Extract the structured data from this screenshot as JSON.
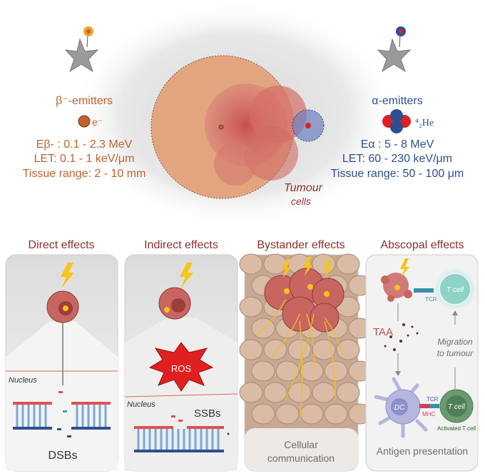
{
  "beta": {
    "title": "β⁻-emitters",
    "particle": "e⁻",
    "energy": "Eβ- : 0.1 - 2.3 MeV",
    "let": "LET: 0.1 - 1 keV/μm",
    "range": "Tissue range: 2 - 10 mm",
    "color": "#c0622a"
  },
  "alpha": {
    "title": "α-emitters",
    "particle": "⁴₂He",
    "energy": "Eα : 5 - 8 MeV",
    "let": "LET: 60 - 230 keV/μm",
    "range": "Tissue range: 50 - 100 μm",
    "color": "#2e4f8f"
  },
  "tumour_label_1": "Tumour",
  "tumour_label_2": "cells",
  "panels": [
    {
      "title": "Direct effects",
      "nucleus": "Nucleus",
      "caption": "DSBs"
    },
    {
      "title": "Indirect effects",
      "nucleus": "Nucleus",
      "ros": "ROS",
      "caption": "SSBs"
    },
    {
      "title": "Bystander effects",
      "caption_1": "Cellular",
      "caption_2": "communication"
    },
    {
      "title": "Abscopal effects",
      "tcr_1": "TCR",
      "tcell_1": "T cell",
      "taa": "TAA",
      "migration_1": "Migration",
      "migration_2": "to tumour",
      "dc": "DC",
      "tcr_2": "TCR",
      "mhc": "MHC",
      "tcell_2": "T cell",
      "activated": "Activated T cell",
      "caption": "Antigen presentation"
    }
  ]
}
